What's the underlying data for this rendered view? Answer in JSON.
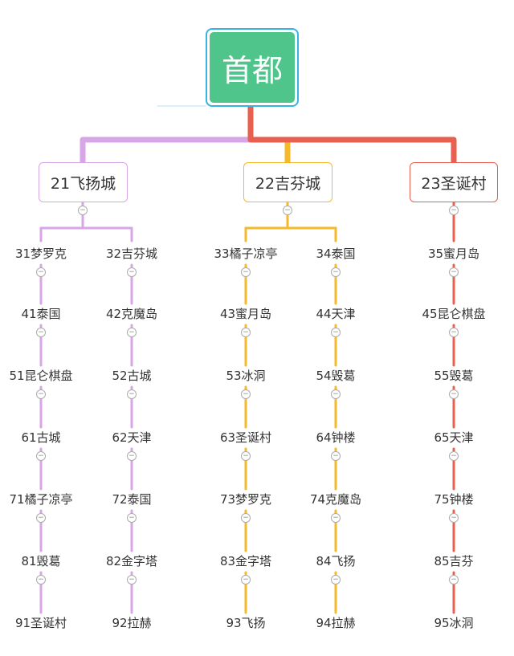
{
  "root": {
    "label": "首都"
  },
  "colors": {
    "purple": "#d8a6e6",
    "orange": "#f5b92a",
    "red": "#e8604f",
    "root_fill": "#4fc48b",
    "root_border": "#38b4e4"
  },
  "collapse_symbol": "−",
  "branches": [
    {
      "label": "21飞扬城",
      "color_key": "purple",
      "columns": [
        [
          "31梦罗克",
          "41泰国",
          "51昆仑棋盘",
          "61古城",
          "71橘子凉亭",
          "81毁葛",
          "91圣诞村"
        ],
        [
          "32吉芬城",
          "42克魔岛",
          "52古城",
          "62天津",
          "72泰国",
          "82金字塔",
          "92拉赫"
        ]
      ]
    },
    {
      "label": "22吉芬城",
      "color_key": "orange",
      "columns": [
        [
          "33橘子凉亭",
          "43蜜月岛",
          "53冰洞",
          "63圣诞村",
          "73梦罗克",
          "83金字塔",
          "93飞扬"
        ],
        [
          "34泰国",
          "44天津",
          "54毁葛",
          "64钟楼",
          "74克魔岛",
          "84飞扬",
          "94拉赫"
        ]
      ]
    },
    {
      "label": "23圣诞村",
      "color_key": "red",
      "columns": [
        [
          "35蜜月岛",
          "45昆仑棋盘",
          "55毁葛",
          "65天津",
          "75钟楼",
          "85吉芬",
          "95冰洞"
        ]
      ]
    }
  ]
}
